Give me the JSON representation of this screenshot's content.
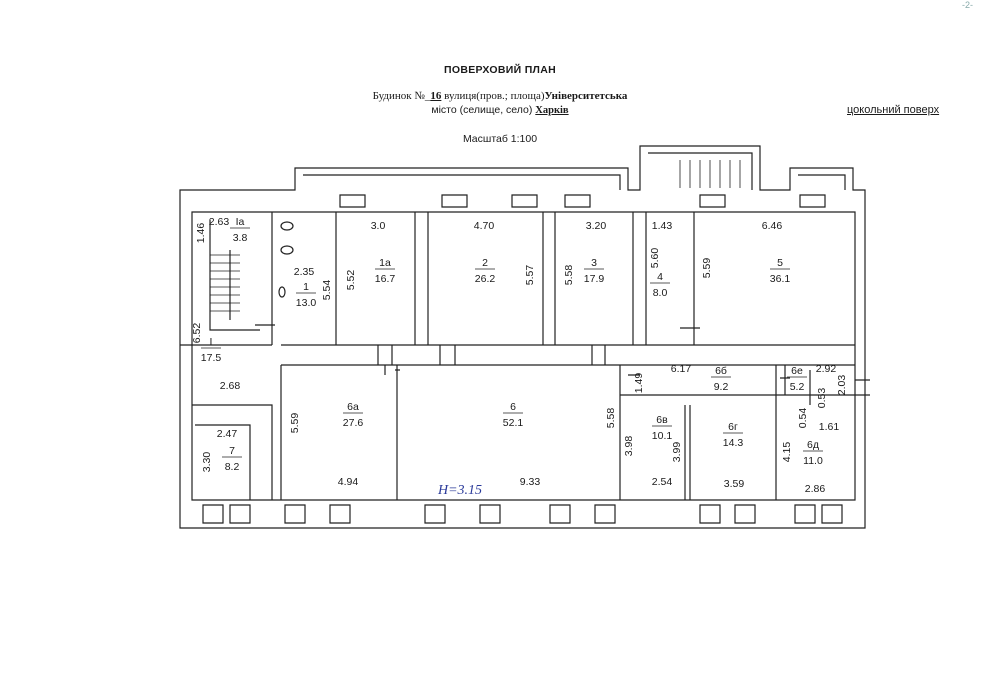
{
  "header": {
    "title": "ПОВЕРХОВИЙ ПЛАН",
    "address_prefix": "Будинок №_",
    "house_number": "16",
    "street_label": " вулиця(пров.; площа)",
    "street": "Університетська",
    "city_label": "місто (селище, село) ",
    "city": "Харків",
    "scale": "Масштаб 1:100",
    "floor": "цокольний поверх",
    "corner_mark": "-2-"
  },
  "rooms": [
    {
      "id": "Iа",
      "area": "3.8"
    },
    {
      "id": "1",
      "area": "13.0"
    },
    {
      "id": "1а",
      "area": "16.7"
    },
    {
      "id": "2",
      "area": "26.2"
    },
    {
      "id": "3",
      "area": "17.9"
    },
    {
      "id": "4",
      "area": "8.0"
    },
    {
      "id": "5",
      "area": "36.1"
    },
    {
      "id": "I",
      "area": "17.5"
    },
    {
      "id": "6а",
      "area": "27.6"
    },
    {
      "id": "6",
      "area": "52.1"
    },
    {
      "id": "6б",
      "area": "9.2"
    },
    {
      "id": "6е",
      "area": "5.2"
    },
    {
      "id": "6в",
      "area": "10.1"
    },
    {
      "id": "6г",
      "area": "14.3"
    },
    {
      "id": "6д",
      "area": "11.0"
    },
    {
      "id": "7",
      "area": "8.2"
    }
  ],
  "dimensions": [
    "1.46",
    "2.63",
    "3.0",
    "4.70",
    "3.20",
    "1.43",
    "6.46",
    "2.35",
    "5.52",
    "5.54",
    "5.57",
    "5.58",
    "5.60",
    "5.59",
    "6.52",
    "2.68",
    "6.17",
    "2.92",
    "2.03",
    "1.49",
    "0.54",
    "0.53",
    "1.61",
    "5.59",
    "5.58",
    "3.98",
    "3.99",
    "4.15",
    "4.94",
    "9.33",
    "2.54",
    "3.59",
    "2.86",
    "2.47",
    "3.30"
  ],
  "annotation": "Н=3.15"
}
